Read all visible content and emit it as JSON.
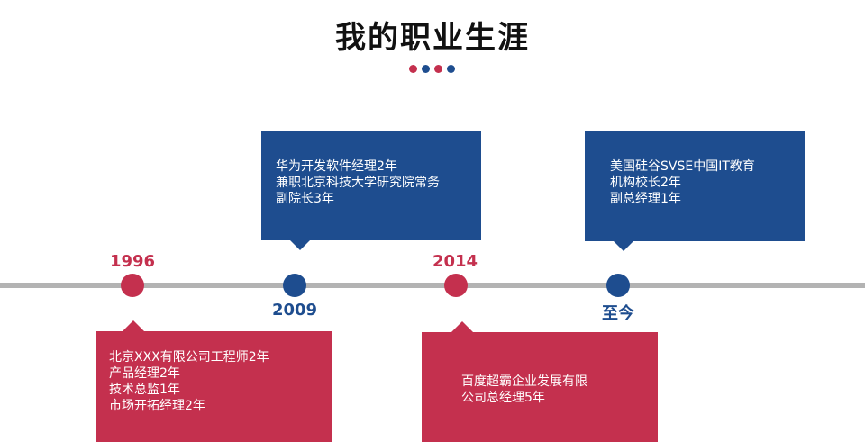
{
  "title": "我的职业生涯",
  "colors": {
    "red": "#c4304e",
    "blue": "#1e4d8f",
    "line": "#b3b3b3"
  },
  "milestones": [
    {
      "year": "1996",
      "lines": [
        "北京XXX有限公司工程师2年",
        "产品经理2年",
        "技术总监1年",
        "市场开拓经理2年"
      ]
    },
    {
      "year": "2009",
      "lines": [
        "华为开发软件经理2年",
        "兼职北京科技大学研究院常务",
        "副院长3年"
      ]
    },
    {
      "year": "2014",
      "lines": [
        "百度超霸企业发展有限",
        "公司总经理5年"
      ]
    },
    {
      "year": "至今",
      "lines": [
        "美国硅谷SVSE中国IT教育",
        "机构校长2年",
        "副总经理1年"
      ]
    }
  ]
}
